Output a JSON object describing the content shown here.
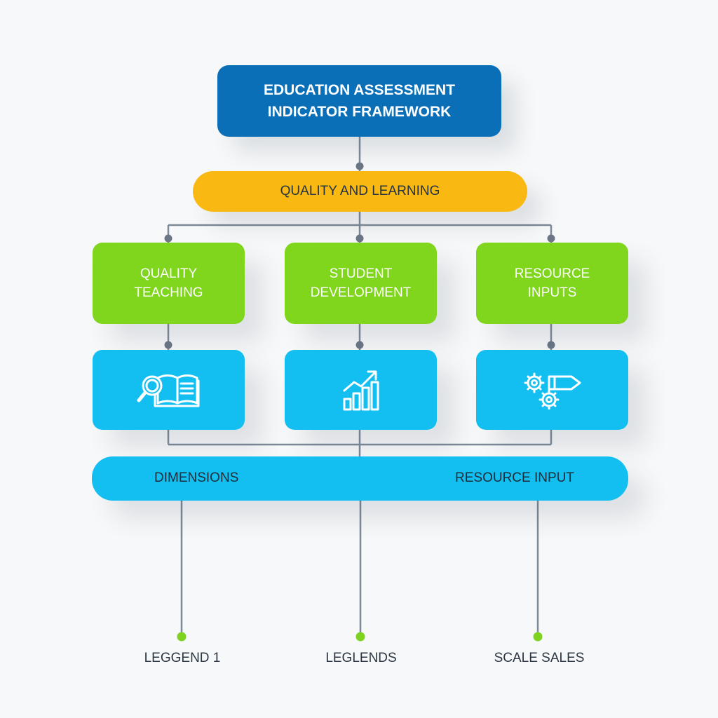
{
  "title": {
    "line1": "EDUCATION ASSESSMENT",
    "line2": "INDICATOR FRAMEWORK"
  },
  "quality": {
    "label": "QUALITY AND LEARNING"
  },
  "categories": [
    {
      "line1": "QUALITY",
      "line2": "TEACHING",
      "icon": "book-magnifier-icon"
    },
    {
      "line1": "STUDENT",
      "line2": "DEVELOPMENT",
      "icon": "growth-chart-icon"
    },
    {
      "line1": "RESOURCE",
      "line2": "INPUTS",
      "icon": "gears-pencil-icon"
    }
  ],
  "dimensions_bar": {
    "left_label": "DIMENSIONS",
    "right_label": "RESOURCE INPUT"
  },
  "legends": [
    {
      "label": "LEGGEND 1"
    },
    {
      "label": "LEGLENDS"
    },
    {
      "label": "SCALE SALES"
    }
  ],
  "colors": {
    "title": "#0b6fb8",
    "quality": "#fab813",
    "category": "#7fd61c",
    "icon_box": "#12bff0",
    "connector": "#7d8a99",
    "legend_dot": "#7ed321"
  }
}
